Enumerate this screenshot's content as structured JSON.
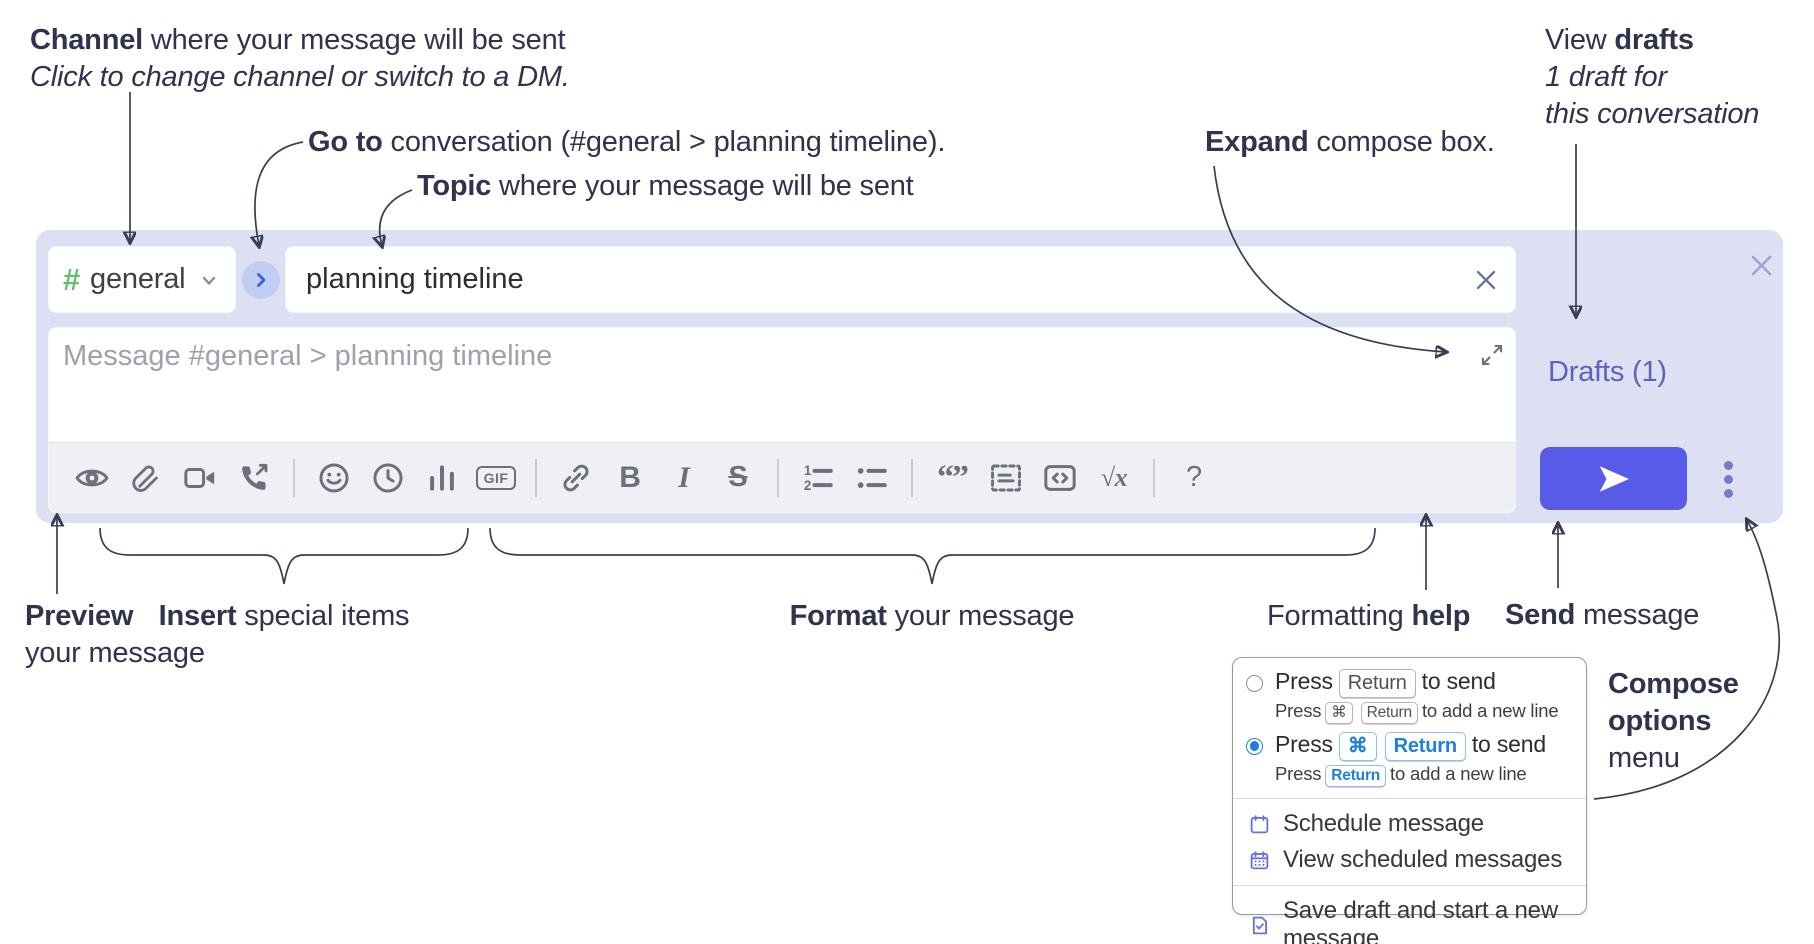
{
  "annotations": {
    "channel": {
      "line1": [
        {
          "t": "Channel",
          "b": 1
        },
        {
          "t": " where your message will be sent"
        }
      ],
      "line2": [
        {
          "t": "Click to change channel or switch to a DM.",
          "i": 1
        }
      ]
    },
    "goto": [
      {
        "t": "Go to",
        "b": 1
      },
      {
        "t": " conversation (#general > planning timeline)."
      }
    ],
    "topic": [
      {
        "t": "Topic",
        "b": 1
      },
      {
        "t": " where your message will be sent"
      }
    ],
    "expand": [
      {
        "t": "Expand",
        "b": 1
      },
      {
        "t": " compose box."
      }
    ],
    "drafts": {
      "line1": [
        {
          "t": "View "
        },
        {
          "t": "drafts",
          "b": 1
        }
      ],
      "line2": [
        {
          "t": "1 draft for",
          "i": 1
        }
      ],
      "line3": [
        {
          "t": "this conversation",
          "i": 1
        }
      ]
    },
    "preview": {
      "line1": [
        {
          "t": "Preview",
          "b": 1
        }
      ],
      "line2": [
        {
          "t": "your message"
        }
      ]
    },
    "insert": [
      {
        "t": "Insert",
        "b": 1
      },
      {
        "t": " special items"
      }
    ],
    "format": [
      {
        "t": "Format",
        "b": 1
      },
      {
        "t": " your message"
      }
    ],
    "formatting_help": [
      {
        "t": "Formatting "
      },
      {
        "t": "help",
        "b": 1
      }
    ],
    "send": [
      {
        "t": "Send",
        "b": 1
      },
      {
        "t": " message"
      }
    ],
    "compose_options": {
      "line1": [
        {
          "t": "Compose",
          "b": 1
        }
      ],
      "line2": [
        {
          "t": "options",
          "b": 1
        }
      ],
      "line3": [
        {
          "t": "menu"
        }
      ]
    }
  },
  "compose": {
    "channel_selector": {
      "hash": "#",
      "label": "general"
    },
    "topic_input": {
      "value": "planning timeline"
    },
    "message_input": {
      "placeholder": "Message #general > planning timeline"
    },
    "drafts_link": "Drafts (1)",
    "toolbar": {
      "groups": [
        [
          "preview-eye",
          "attach-file",
          "video-call",
          "voice-call"
        ],
        [
          "emoji",
          "add-time",
          "poll",
          "gif"
        ],
        [
          "insert-link",
          "bold",
          "italic",
          "strikethrough"
        ],
        [
          "numbered-list",
          "bulleted-list"
        ],
        [
          "quote",
          "spoiler",
          "code",
          "math"
        ],
        [
          "help"
        ]
      ],
      "labels": {
        "gif": "GIF",
        "bold": "B",
        "italic": "I",
        "strikethrough": "S",
        "math": "√x",
        "help": "?",
        "quote": "“”"
      }
    }
  },
  "popup": {
    "options": [
      {
        "selected": false,
        "line": [
          {
            "t": "Press"
          },
          {
            "kbd": "Return"
          },
          {
            "t": "to send"
          }
        ],
        "sub": [
          {
            "t": "Press"
          },
          {
            "kbd": "⌘"
          },
          {
            "kbd": "Return"
          },
          {
            "t": "to add a new line"
          }
        ]
      },
      {
        "selected": true,
        "line": [
          {
            "t": "Press"
          },
          {
            "kbd": "⌘",
            "blue": 1
          },
          {
            "kbd": "Return",
            "blue": 1
          },
          {
            "t": "to send"
          }
        ],
        "sub": [
          {
            "t": "Press"
          },
          {
            "kbd": "Return",
            "blue": 1
          },
          {
            "t": "to add a new line"
          }
        ]
      }
    ],
    "menu": [
      {
        "icon": "calendar",
        "label": "Schedule message"
      },
      {
        "icon": "calendar-dots",
        "label": "View scheduled messages"
      },
      {
        "divider": true
      },
      {
        "icon": "draft-save",
        "label": "Save draft and start a new message"
      }
    ]
  },
  "colors": {
    "accent": "#575be8",
    "lavender": "#dce0f2",
    "toolbar_bg": "#eef0f6",
    "icon_gray": "#6d7079",
    "green": "#66bf6f",
    "drafts": "#5c63b8",
    "blue": "#1e7fe0",
    "purple": "#6a71d6",
    "placeholder": "#9ca1ad",
    "navy": "#31334e"
  }
}
